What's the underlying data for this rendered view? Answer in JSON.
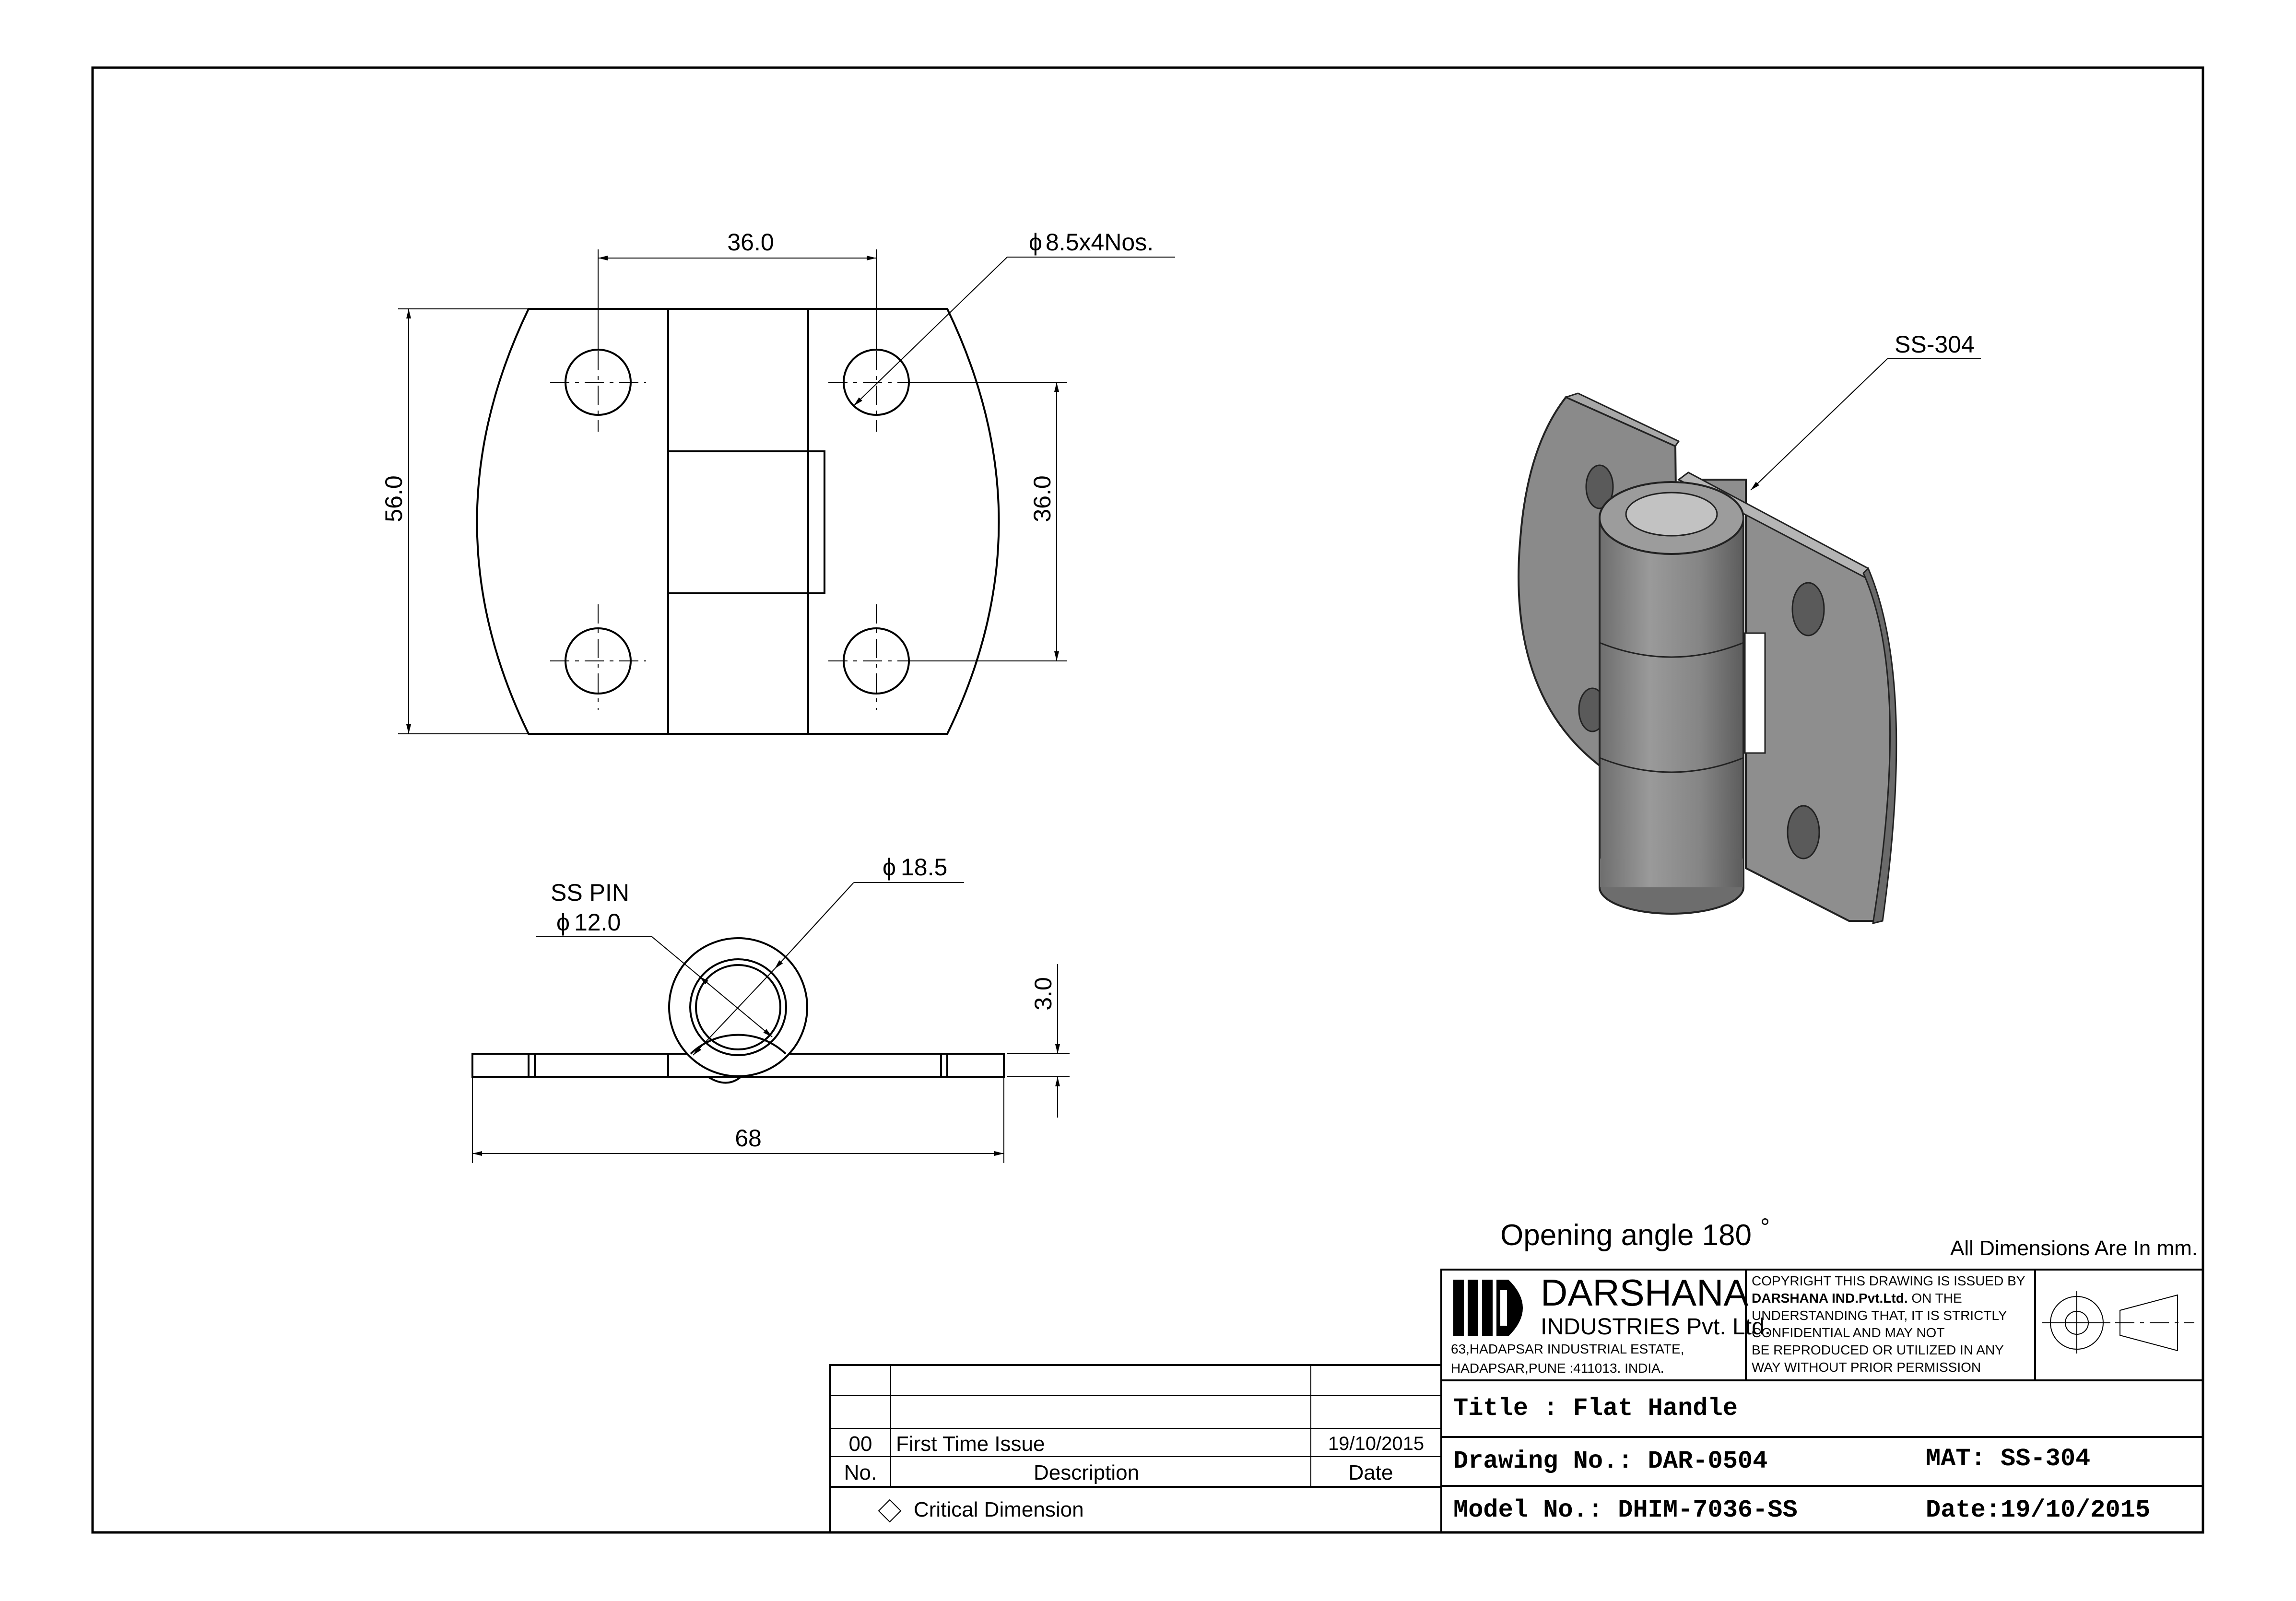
{
  "drawing": {
    "front_view": {
      "dim_hole_spacing_top": "36.0",
      "dim_hole_callout": "8.5x4Nos.",
      "dim_height": "56.0",
      "dim_hole_spacing_right": "36.0"
    },
    "top_view": {
      "pin_label_line1": "SS PIN",
      "pin_label_line2": "12.0",
      "dim_outer_dia": "18.5",
      "dim_thickness": "3.0",
      "dim_width": "68"
    },
    "iso_view": {
      "material_callout": "SS-304"
    },
    "note_opening": "Opening angle 180",
    "note_degree": "°",
    "note_units": "All Dimensions Are In mm.",
    "diameter_symbol": "ϕ"
  },
  "company": {
    "name": "DARSHANA",
    "subname": "INDUSTRIES Pvt. Ltd.",
    "address1": "63,HADAPSAR INDUSTRIAL ESTATE,",
    "address2": "HADAPSAR,PUNE :411013. INDIA.",
    "copyright": {
      "line1": "COPYRIGHT THIS DRAWING IS ISSUED BY",
      "line2_bold": "DARSHANA IND.Pvt.Ltd.",
      "line2_rest": " ON THE",
      "line3": "UNDERSTANDING THAT, IT IS STRICTLY",
      "line4": "CONFIDENTIAL AND MAY NOT",
      "line5": "BE REPRODUCED OR UTILIZED IN ANY",
      "line6": "WAY WITHOUT PRIOR PERMISSION"
    }
  },
  "title_block": {
    "title": "Title : Flat Handle",
    "drawing_no": "Drawing No.: DAR-0504",
    "material": "MAT: SS-304",
    "model_no": "Model No.: DHIM-7036-SS",
    "date": "Date:19/10/2015"
  },
  "revision_table": {
    "headers": [
      "No.",
      "Description",
      "Date"
    ],
    "rows": [
      {
        "no": "00",
        "description": "First Time Issue",
        "date": "19/10/2015"
      }
    ],
    "critical_note": "Critical Dimension"
  }
}
